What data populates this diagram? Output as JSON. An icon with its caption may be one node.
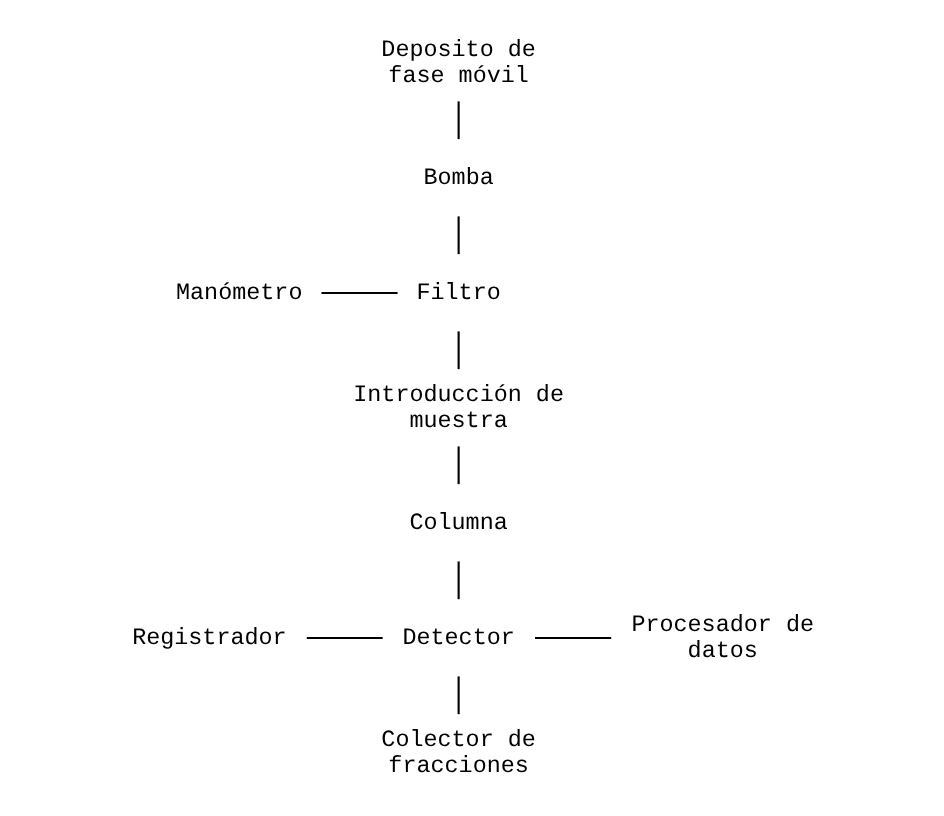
{
  "diagram": {
    "nodes": [
      {
        "text": [
          "Deposito de fase móvil"
        ]
      },
      {
        "text": [
          "Bomba"
        ]
      },
      {
        "text": [
          "Filtro"
        ]
      },
      {
        "text": [
          "Manómetro"
        ]
      },
      {
        "text": [
          "Introducción de muestra"
        ]
      },
      {
        "text": [
          "Columna"
        ]
      },
      {
        "text": [
          "Registrador"
        ]
      },
      {
        "text": [
          "Detector"
        ]
      },
      {
        "text": [
          "Procesador de datos"
        ]
      },
      {
        "text": [
          "Colector de fracciones"
        ]
      }
    ],
    "edges": [
      {
        "from": 0,
        "to": 1,
        "arrow": "none"
      },
      {
        "from": 1,
        "to": 2,
        "arrow": "none"
      },
      {
        "from": 2,
        "to": 4,
        "arrow": "none"
      },
      {
        "from": 3,
        "to": 2,
        "arrow": "none"
      },
      {
        "from": 4,
        "to": 5,
        "arrow": "none"
      },
      {
        "from": 5,
        "to": 7,
        "arrow": "none"
      },
      {
        "from": 6,
        "to": 7,
        "arrow": "none"
      },
      {
        "from": 7,
        "to": 8,
        "arrow": "none"
      },
      {
        "from": 7,
        "to": 9,
        "arrow": "none"
      }
    ]
  }
}
